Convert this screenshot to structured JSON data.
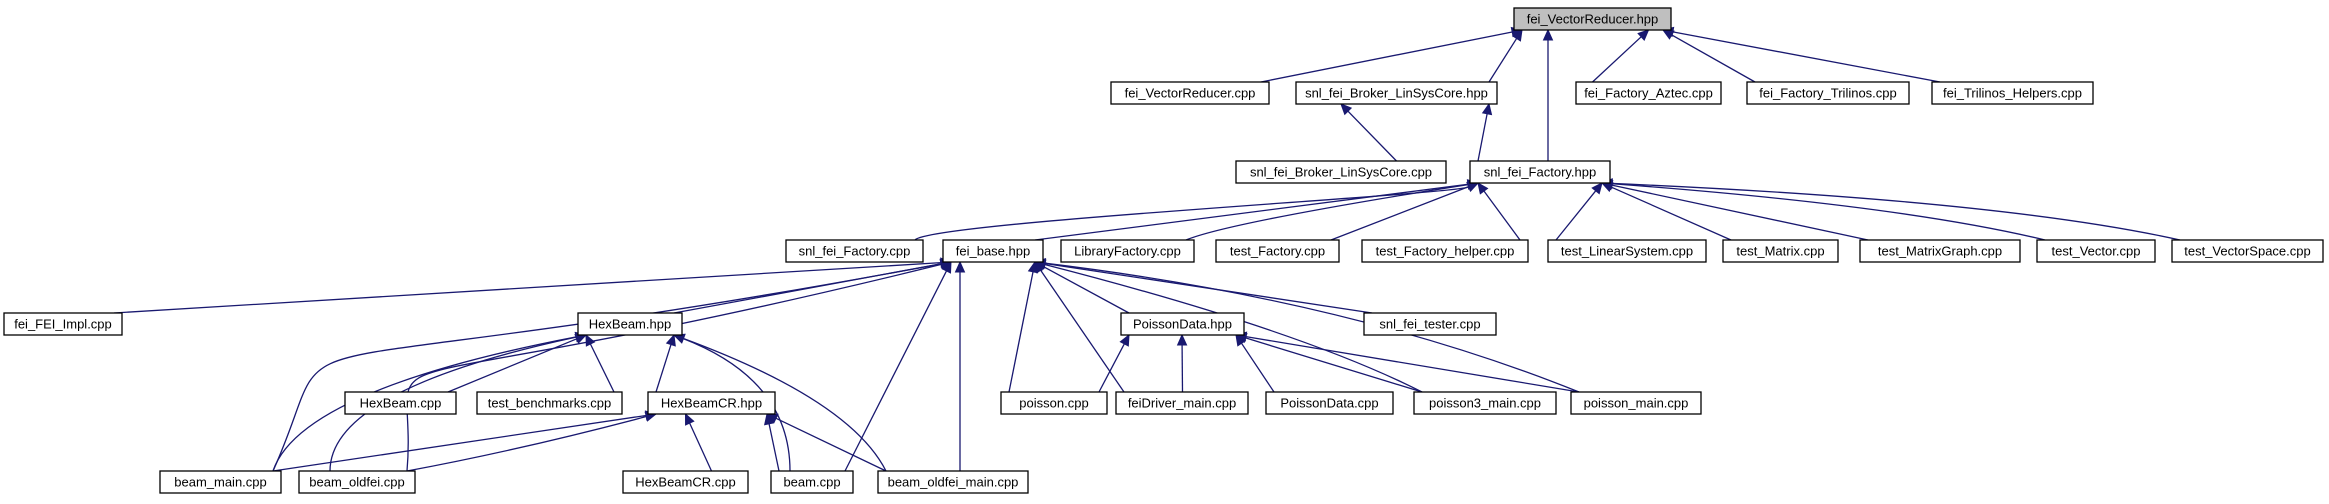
{
  "diagram": {
    "root": "fei_VectorReducer.hpp",
    "nodes": [
      {
        "id": "root",
        "label": "fei_VectorReducer.hpp"
      },
      {
        "id": "vr_cpp",
        "label": "fei_VectorReducer.cpp"
      },
      {
        "id": "broker_hpp",
        "label": "snl_fei_Broker_LinSysCore.hpp"
      },
      {
        "id": "aztec",
        "label": "fei_Factory_Aztec.cpp"
      },
      {
        "id": "trilinos",
        "label": "fei_Factory_Trilinos.cpp"
      },
      {
        "id": "tri_helpers",
        "label": "fei_Trilinos_Helpers.cpp"
      },
      {
        "id": "broker_cpp",
        "label": "snl_fei_Broker_LinSysCore.cpp"
      },
      {
        "id": "factory_hpp",
        "label": "snl_fei_Factory.hpp"
      },
      {
        "id": "factory_cpp",
        "label": "snl_fei_Factory.cpp"
      },
      {
        "id": "fei_base",
        "label": "fei_base.hpp"
      },
      {
        "id": "libfactory",
        "label": "LibraryFactory.cpp"
      },
      {
        "id": "test_factory",
        "label": "test_Factory.cpp"
      },
      {
        "id": "test_factory_helper",
        "label": "test_Factory_helper.cpp"
      },
      {
        "id": "test_linsys",
        "label": "test_LinearSystem.cpp"
      },
      {
        "id": "test_matrix",
        "label": "test_Matrix.cpp"
      },
      {
        "id": "test_matrixgraph",
        "label": "test_MatrixGraph.cpp"
      },
      {
        "id": "test_vector",
        "label": "test_Vector.cpp"
      },
      {
        "id": "test_vectorspace",
        "label": "test_VectorSpace.cpp"
      },
      {
        "id": "fei_impl",
        "label": "fei_FEI_Impl.cpp"
      },
      {
        "id": "hexbeam_hpp",
        "label": "HexBeam.hpp"
      },
      {
        "id": "poissondata_hpp",
        "label": "PoissonData.hpp"
      },
      {
        "id": "snl_tester",
        "label": "snl_fei_tester.cpp"
      },
      {
        "id": "hexbeam_cpp",
        "label": "HexBeam.cpp"
      },
      {
        "id": "test_bench",
        "label": "test_benchmarks.cpp"
      },
      {
        "id": "hexbeamcr_hpp",
        "label": "HexBeamCR.hpp"
      },
      {
        "id": "poisson_cpp",
        "label": "poisson.cpp"
      },
      {
        "id": "feidriver",
        "label": "feiDriver_main.cpp"
      },
      {
        "id": "poissondata_cpp",
        "label": "PoissonData.cpp"
      },
      {
        "id": "poisson3",
        "label": "poisson3_main.cpp"
      },
      {
        "id": "poisson_main",
        "label": "poisson_main.cpp"
      },
      {
        "id": "beam_main",
        "label": "beam_main.cpp"
      },
      {
        "id": "beam_oldfei",
        "label": "beam_oldfei.cpp"
      },
      {
        "id": "hexbeamcr_cpp",
        "label": "HexBeamCR.cpp"
      },
      {
        "id": "beam_cpp",
        "label": "beam.cpp"
      },
      {
        "id": "beam_oldfei_main",
        "label": "beam_oldfei_main.cpp"
      }
    ],
    "edges": [
      [
        "vr_cpp",
        "root"
      ],
      [
        "broker_hpp",
        "root"
      ],
      [
        "factory_hpp",
        "root"
      ],
      [
        "aztec",
        "root"
      ],
      [
        "trilinos",
        "root"
      ],
      [
        "tri_helpers",
        "root"
      ],
      [
        "broker_cpp",
        "broker_hpp"
      ],
      [
        "factory_hpp",
        "broker_hpp"
      ],
      [
        "factory_cpp",
        "factory_hpp"
      ],
      [
        "fei_base",
        "factory_hpp"
      ],
      [
        "libfactory",
        "factory_hpp"
      ],
      [
        "test_factory",
        "factory_hpp"
      ],
      [
        "test_factory_helper",
        "factory_hpp"
      ],
      [
        "test_linsys",
        "factory_hpp"
      ],
      [
        "test_matrix",
        "factory_hpp"
      ],
      [
        "test_matrixgraph",
        "factory_hpp"
      ],
      [
        "test_vector",
        "factory_hpp"
      ],
      [
        "test_vectorspace",
        "factory_hpp"
      ],
      [
        "fei_impl",
        "fei_base"
      ],
      [
        "hexbeam_hpp",
        "fei_base"
      ],
      [
        "poissondata_hpp",
        "fei_base"
      ],
      [
        "snl_tester",
        "fei_base"
      ],
      [
        "beam_main",
        "fei_base"
      ],
      [
        "beam_oldfei",
        "fei_base"
      ],
      [
        "beam_cpp",
        "fei_base"
      ],
      [
        "beam_oldfei_main",
        "fei_base"
      ],
      [
        "poisson_cpp",
        "fei_base"
      ],
      [
        "feidriver",
        "fei_base"
      ],
      [
        "poisson3",
        "fei_base"
      ],
      [
        "poisson_main",
        "fei_base"
      ],
      [
        "hexbeam_cpp",
        "hexbeam_hpp"
      ],
      [
        "test_bench",
        "hexbeam_hpp"
      ],
      [
        "hexbeamcr_hpp",
        "hexbeam_hpp"
      ],
      [
        "beam_main",
        "hexbeam_hpp"
      ],
      [
        "beam_oldfei",
        "hexbeam_hpp"
      ],
      [
        "beam_cpp",
        "hexbeam_hpp"
      ],
      [
        "beam_oldfei_main",
        "hexbeam_hpp"
      ],
      [
        "beam_main",
        "hexbeamcr_hpp"
      ],
      [
        "beam_oldfei",
        "hexbeamcr_hpp"
      ],
      [
        "hexbeamcr_cpp",
        "hexbeamcr_hpp"
      ],
      [
        "beam_cpp",
        "hexbeamcr_hpp"
      ],
      [
        "beam_oldfei_main",
        "hexbeamcr_hpp"
      ],
      [
        "poisson_cpp",
        "poissondata_hpp"
      ],
      [
        "feidriver",
        "poissondata_hpp"
      ],
      [
        "poissondata_cpp",
        "poissondata_hpp"
      ],
      [
        "poisson3",
        "poissondata_hpp"
      ],
      [
        "poisson_main",
        "poissondata_hpp"
      ]
    ]
  }
}
